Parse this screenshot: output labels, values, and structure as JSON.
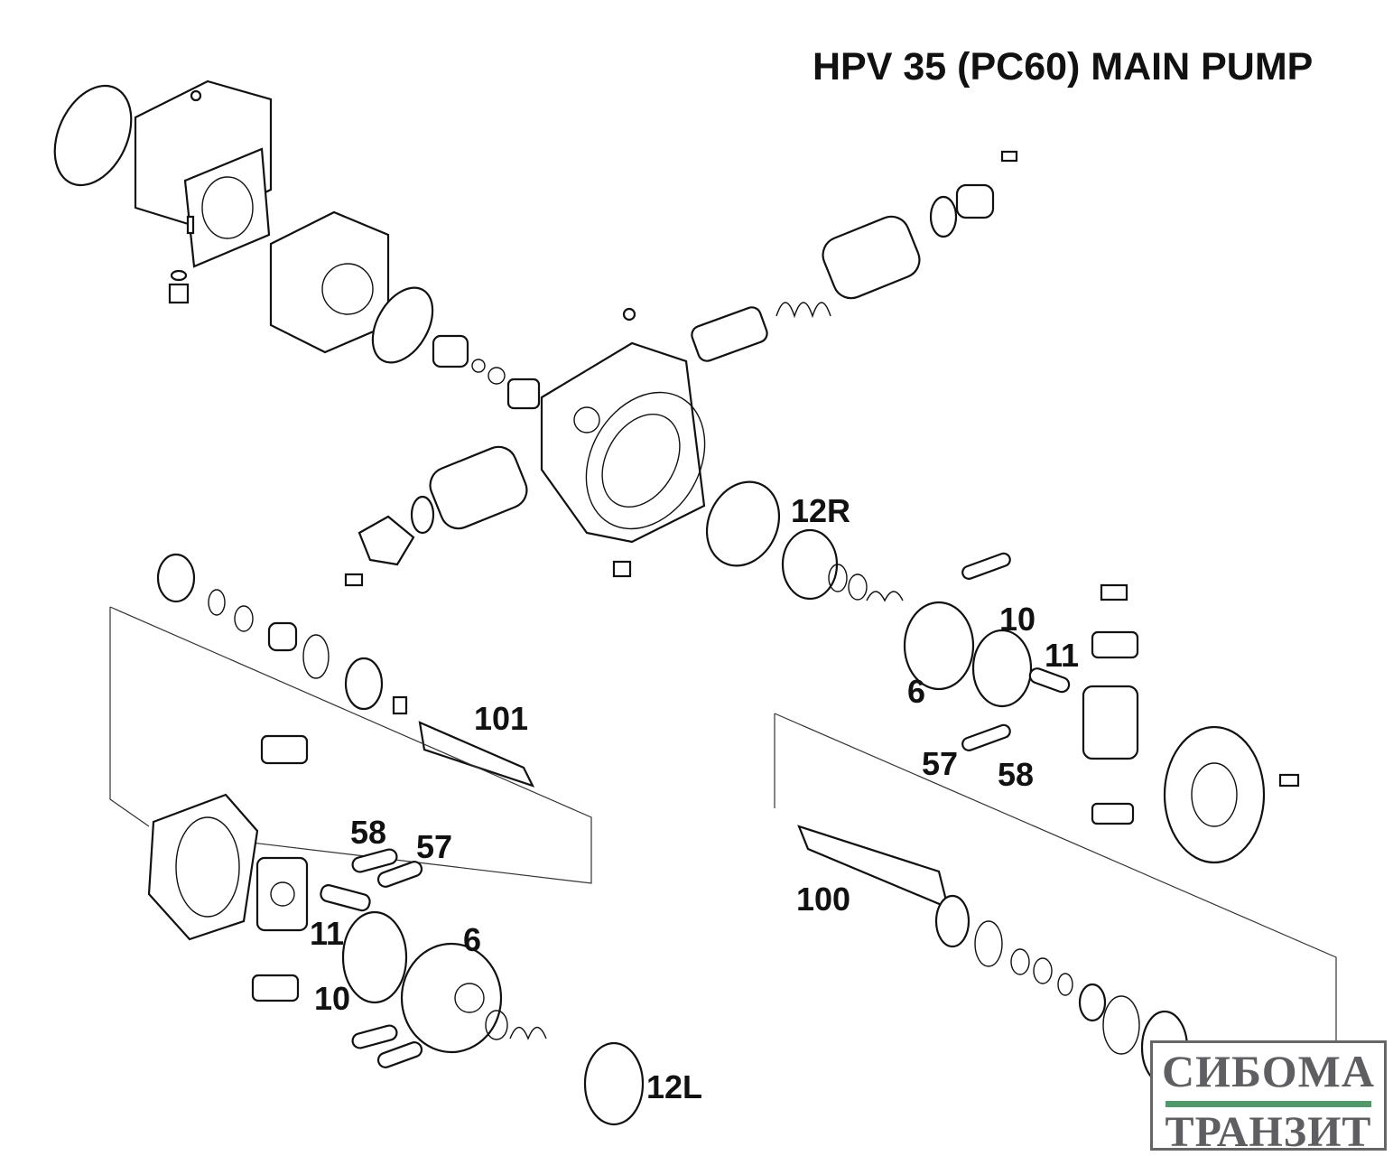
{
  "title": "HPV 35 (PC60) MAIN PUMP",
  "labels": [
    "12R",
    "10",
    "11",
    "6",
    "101",
    "57",
    "58",
    "58",
    "57",
    "100",
    "11",
    "6",
    "10",
    "12L"
  ],
  "logo": {
    "line1": "СИБОМА",
    "line2": "ТРАНЗИТ",
    "accent": "#4f9a6a"
  }
}
